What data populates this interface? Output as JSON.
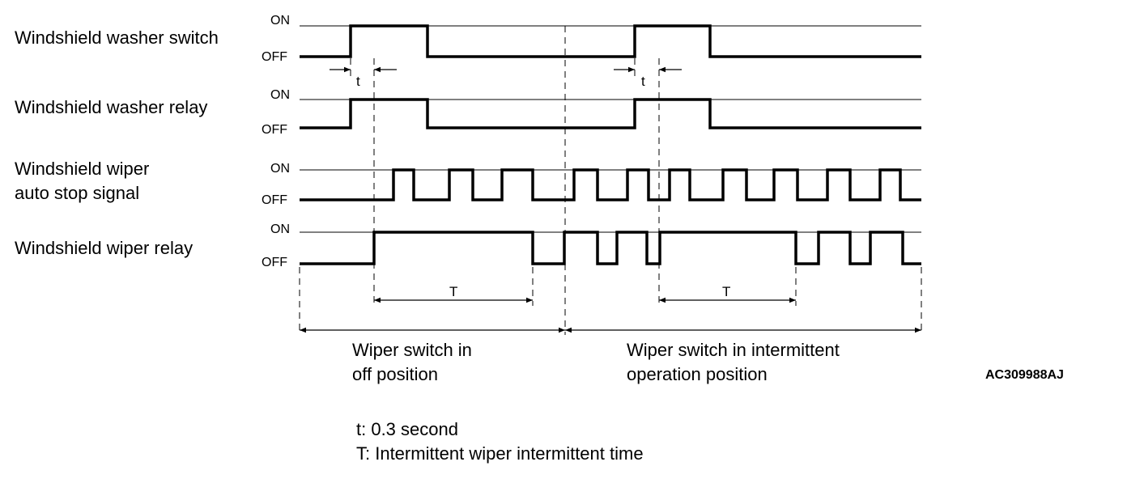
{
  "signals": [
    {
      "label_lines": [
        "Windshield washer switch"
      ],
      "on_label": "ON",
      "off_label": "OFF"
    },
    {
      "label_lines": [
        "Windshield washer relay"
      ],
      "on_label": "ON",
      "off_label": "OFF"
    },
    {
      "label_lines": [
        "Windshield wiper",
        "auto stop signal"
      ],
      "on_label": "ON",
      "off_label": "OFF"
    },
    {
      "label_lines": [
        "Windshield wiper relay"
      ],
      "on_label": "ON",
      "off_label": "OFF"
    }
  ],
  "dimensions": {
    "small_t": "t",
    "large_T": "T"
  },
  "sections": [
    {
      "lines": [
        "Wiper switch in",
        "off position"
      ]
    },
    {
      "lines": [
        "Wiper switch in intermittent",
        "operation position"
      ]
    }
  ],
  "figure_code": "AC309988AJ",
  "legend": [
    "t: 0.3 second",
    "T: Intermittent wiper intermittent time"
  ]
}
